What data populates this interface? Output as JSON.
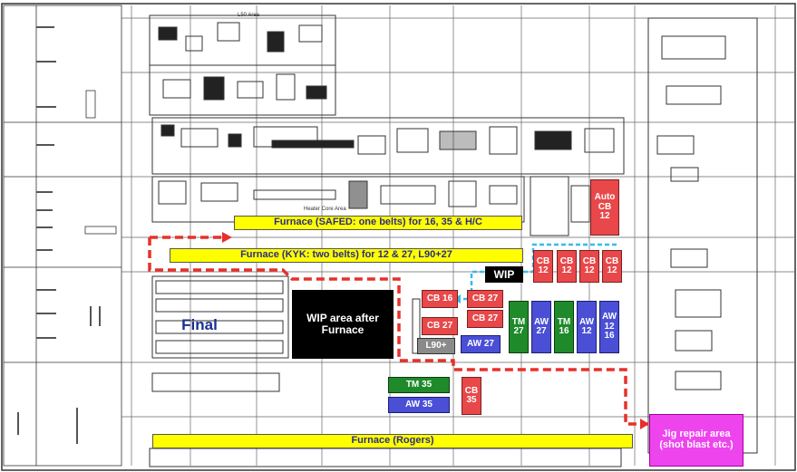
{
  "plan": {
    "areas": {
      "furnace_safed": "Furnace (SAFED: one belts) for 16, 35 & H/C",
      "furnace_kyk": "Furnace (KYK: two belts) for 12 & 27, L90+27",
      "furnace_rogers": "Furnace (Rogers)",
      "wip_small": "WIP",
      "wip_after_furnace": "WIP area after Furnace",
      "final": "Final",
      "jig_repair": "Jig repair area (shot blast etc.)"
    },
    "stations": {
      "auto_cb12": "Auto CB 12",
      "cb12_a": "CB 12",
      "cb12_b": "CB 12",
      "cb12_c": "CB 12",
      "cb12_d": "CB 12",
      "cb16": "CB 16",
      "cb27_a": "CB 27",
      "cb27_b": "CB 27",
      "cb27_c": "CB 27",
      "l90": "L90+",
      "aw27_gray": "AW 27",
      "tm27": "TM 27",
      "aw27": "AW 27",
      "tm16": "TM 16",
      "aw12": "AW 12",
      "aw12_16": "AW 12 16",
      "tm35": "TM 35",
      "aw35": "AW 35",
      "cb35": "CB 35"
    },
    "drawing_labels": {
      "l50_area": "L50 Area",
      "heater_core_area": "Heater Core Area"
    },
    "colors": {
      "furnace": "#ffff00",
      "cb": "#e8484a",
      "tm": "#1f8a2a",
      "aw": "#4a4fd6",
      "l90": "#8a8a8a",
      "wip": "#000000",
      "jig": "#ee44ee",
      "route_red": "#e8302a",
      "route_cyan": "#33bbee"
    }
  }
}
